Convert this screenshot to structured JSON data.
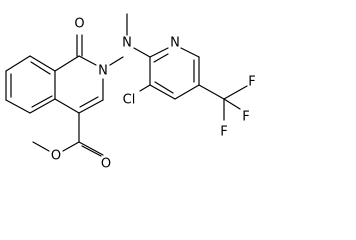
{
  "atoms": {
    "o1": "O",
    "o2": "O",
    "o3": "O",
    "n1": "N",
    "n2": "N",
    "n3": "N",
    "cl": "Cl",
    "f1": "F",
    "f2": "F",
    "f3": "F"
  }
}
